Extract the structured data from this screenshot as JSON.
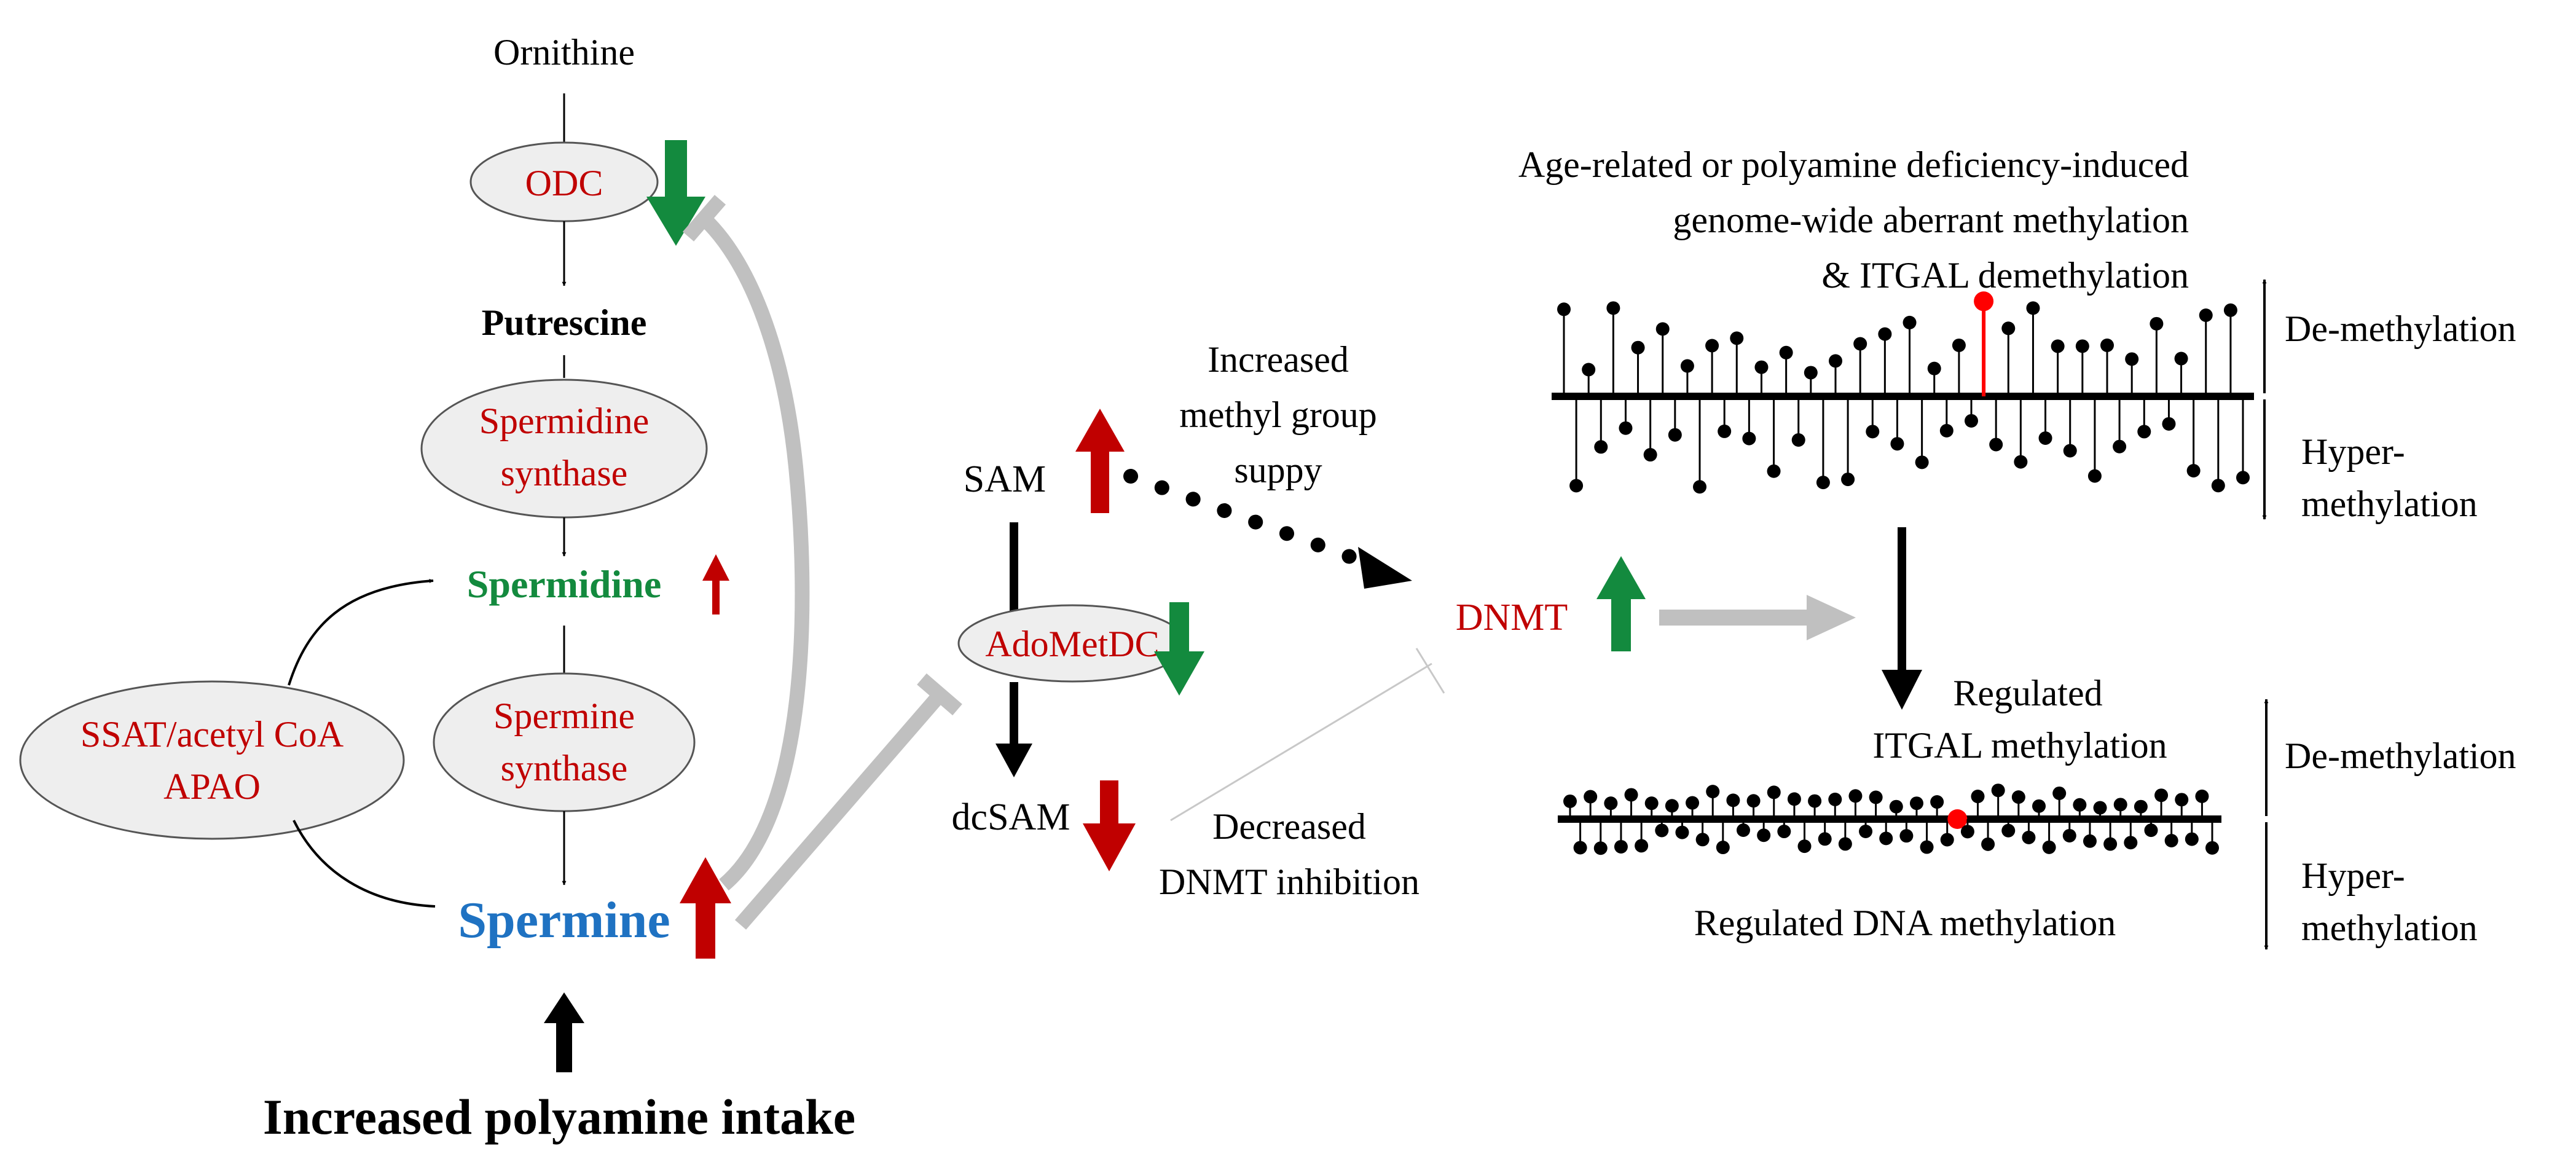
{
  "colors": {
    "red_text": "#c00000",
    "green": "#138a3e",
    "red_arrow": "#c00000",
    "blue_text": "#1f72c2",
    "gray_path": "#c0c0c0",
    "enzyme_fill": "#eeeeee",
    "highlight": "#ff0000"
  },
  "pathway": {
    "ornithine": "Ornithine",
    "odc": "ODC",
    "putrescine": "Putrescine",
    "spermidine_synthase_1": "Spermidine",
    "spermidine_synthase_2": "synthase",
    "spermidine": "Spermidine",
    "spermine_synthase_1": "Spermine",
    "spermine_synthase_2": "synthase",
    "spermine": "Spermine",
    "ssat_1": "SSAT/acetyl CoA",
    "ssat_2": "APAO",
    "intake": "Increased polyamine intake"
  },
  "methyl": {
    "sam": "SAM",
    "adometdc": "AdoMetDC",
    "dcsam": "dcSAM",
    "increased_1": "Increased",
    "increased_2": "methyl group",
    "increased_3": "suppy",
    "decreased_1": "Decreased",
    "decreased_2": "DNMT inhibition",
    "dnmt": "DNMT"
  },
  "methylation": {
    "aberrant_1": "Age-related or polyamine deficiency-induced",
    "aberrant_2": "genome-wide aberrant methylation",
    "aberrant_3": "&    ITGAL demethylation",
    "demethylation_top": "De-methylation",
    "hyper_top_1": "Hyper-",
    "hyper_top_2": "methylation",
    "regulated_1": "Regulated",
    "regulated_2": "ITGAL   methylation",
    "demethylation_bottom": "De-methylation",
    "hyper_bottom_1": "Hyper-",
    "hyper_bottom_2": "methylation",
    "regulated_dna": "Regulated DNA methylation"
  }
}
